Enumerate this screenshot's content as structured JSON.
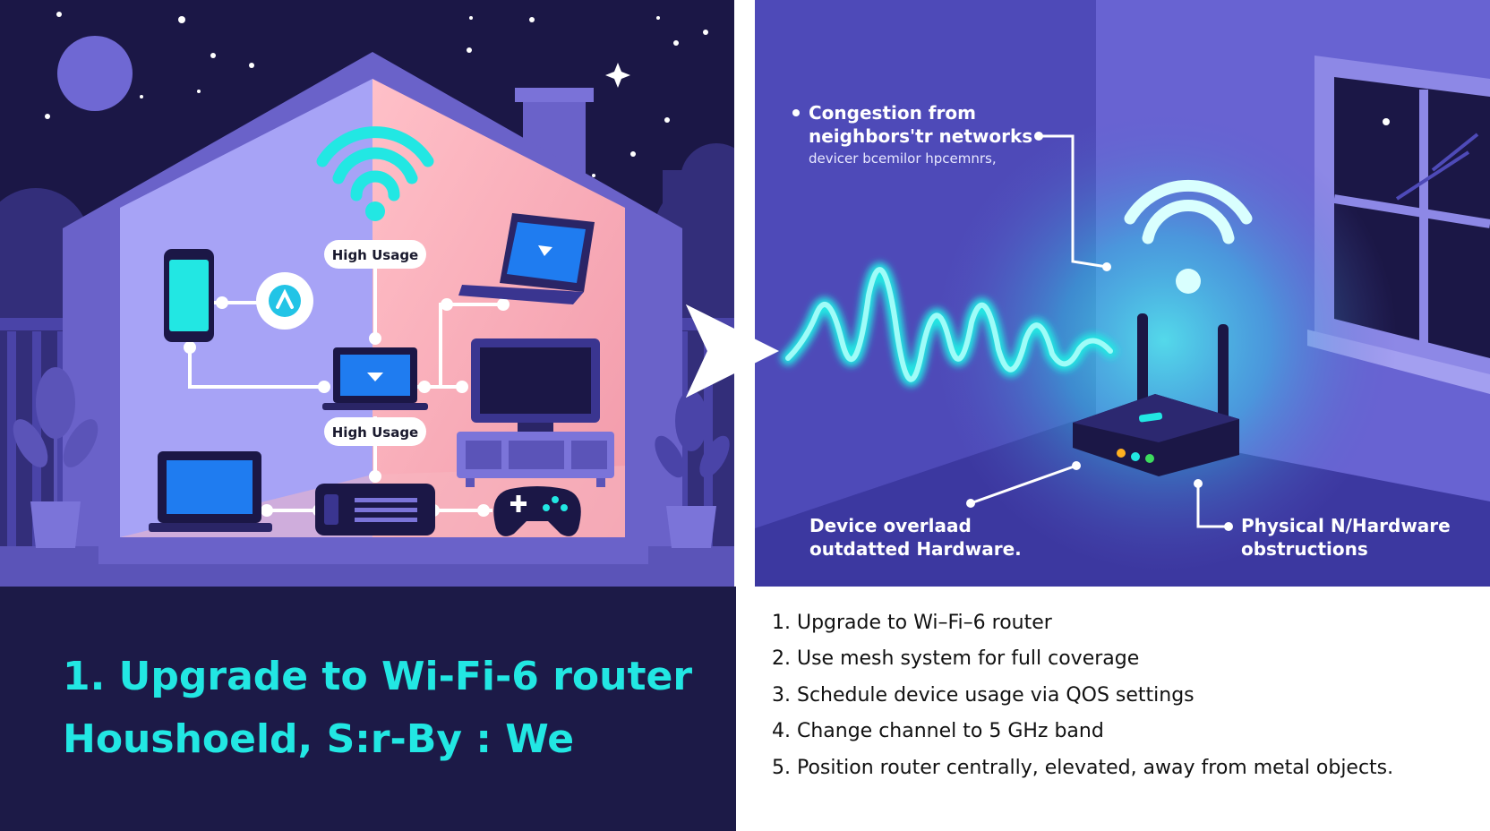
{
  "left_panel": {
    "usage_labels": [
      "High Usage",
      "High Usage"
    ],
    "headline_lines": [
      "1. Upgrade to Wi-Fi-6 router",
      "Houshoeld, S:r-By : We"
    ]
  },
  "right_panel": {
    "callouts": {
      "congestion_line1": "Congestion from",
      "congestion_line2": "neighbors'tr networks",
      "congestion_sub": "devicer bcemilor hpcemnrs,",
      "overload_line1": "Device overlaad",
      "overload_line2": "outdatted Hardware.",
      "physical_line1": "Physical N/Hardware",
      "physical_line2": "obstructions"
    }
  },
  "steps": [
    "1. Upgrade to Wi–Fi–6 router",
    "2. Use mesh system for full coverage",
    "3. Schedule device usage via QOS settings",
    "4. Change channel to 5 GHz band",
    "5. Position router centrally, elevated, away from metal objects."
  ],
  "colors": {
    "night_bg": "#1b1746",
    "house_purple": "#6a62c9",
    "room_lavender": "#a7a3f6",
    "room_pink": "#f4a7b4",
    "accent_cyan": "#22e7e3",
    "right_bg": "#5e5ac9",
    "bottom_dark": "#1c1a47"
  }
}
